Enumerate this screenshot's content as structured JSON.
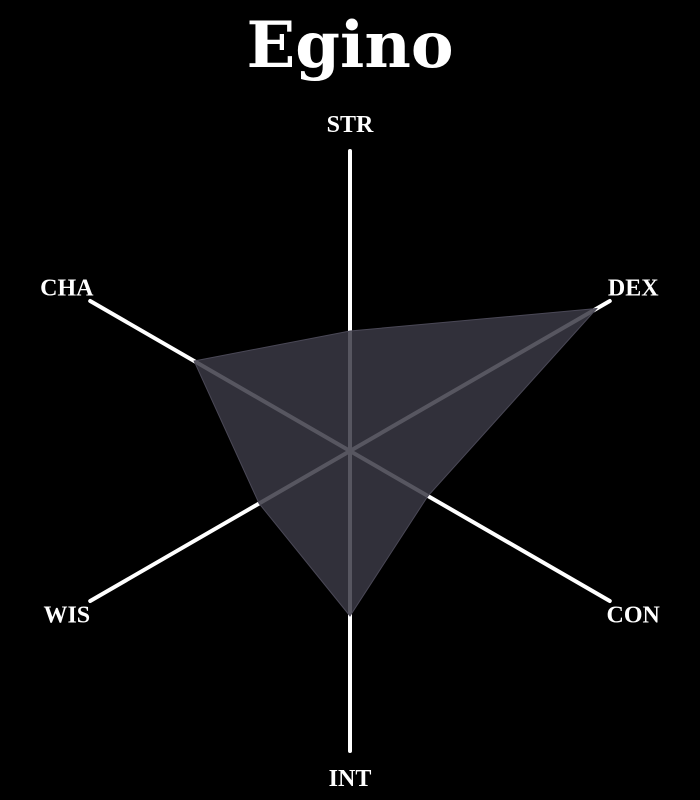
{
  "chart_data": {
    "type": "radar",
    "title": "Egino",
    "axes": [
      "STR",
      "DEX",
      "CON",
      "INT",
      "WIS",
      "CHA"
    ],
    "range": [
      0,
      20
    ],
    "series": [
      {
        "values": [
          8,
          19,
          6,
          11,
          7,
          12
        ]
      }
    ],
    "grid": false,
    "colors": {
      "background": "#000000",
      "axis": "#ffffff",
      "fill": "#3a3844",
      "fill_opacity": 0.85,
      "text": "#ffffff"
    }
  }
}
